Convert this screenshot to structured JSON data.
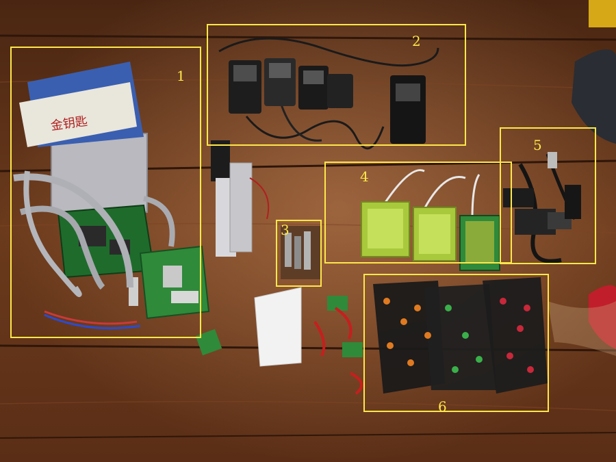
{
  "photo": {
    "stamp_text": "金钥匙",
    "regions": [
      {
        "label": "1"
      },
      {
        "label": "2"
      },
      {
        "label": "3"
      },
      {
        "label": "4"
      },
      {
        "label": "5"
      },
      {
        "label": "6"
      }
    ]
  },
  "colors": {
    "annotation": "#ffe84a",
    "floor": "#5a3018",
    "pcb_green": "#2f8a3a",
    "lcd_screen": "#b7d84a"
  }
}
